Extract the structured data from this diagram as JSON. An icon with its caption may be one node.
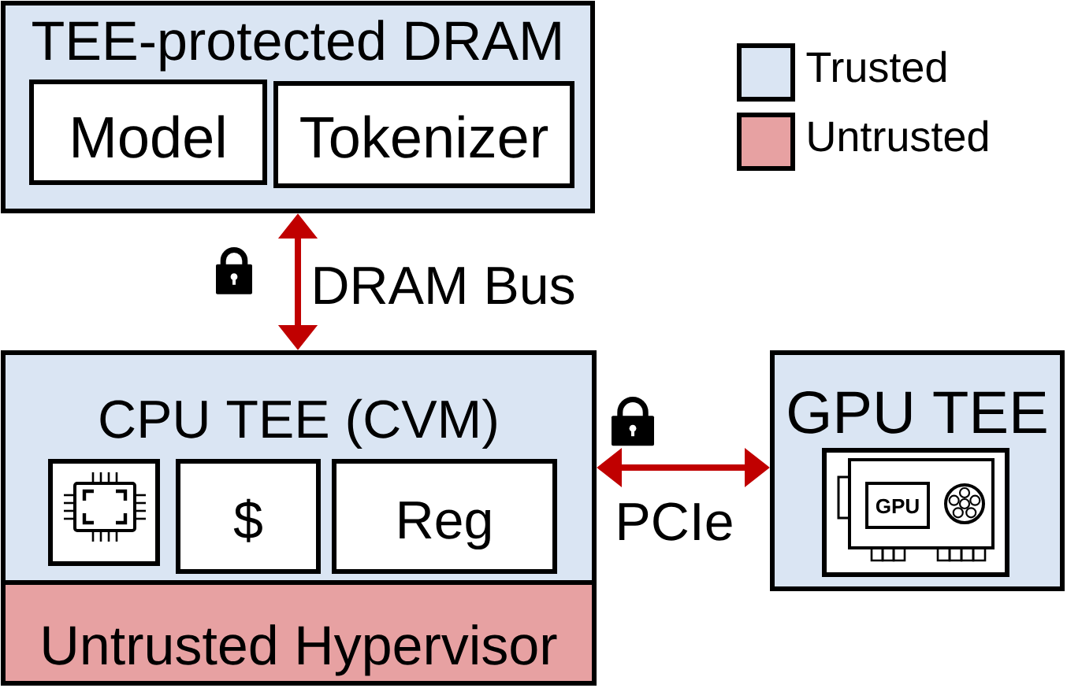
{
  "diagram": {
    "nodes": [
      {
        "text": [
          "TEE-protected DRAM"
        ]
      },
      {
        "text": [
          "Model"
        ],
        "in": 0
      },
      {
        "text": [
          "Tokenizer"
        ],
        "in": 0
      },
      {
        "text": [
          "CPU TEE (CVM)"
        ]
      },
      {
        "text": [],
        "shape": "box",
        "in": 3
      },
      {
        "text": [
          "$"
        ],
        "in": 3
      },
      {
        "text": [
          "Reg"
        ],
        "in": 3
      },
      {
        "text": [
          "Untrusted Hypervisor"
        ]
      },
      {
        "text": [
          "GPU TEE"
        ]
      },
      {
        "text": [],
        "shape": "box",
        "in": 8
      }
    ],
    "edges": [
      {
        "from": 0,
        "to": 3,
        "arrow": "both",
        "label": "DRAM Bus"
      },
      {
        "from": 3,
        "to": 8,
        "arrow": "both",
        "label": "PCIe"
      }
    ],
    "labels": [
      "GPU"
    ],
    "legend": [
      {
        "text": "Trusted",
        "color": "#dae5f3"
      },
      {
        "text": "Untrusted",
        "color": "#e7a1a2"
      }
    ]
  }
}
